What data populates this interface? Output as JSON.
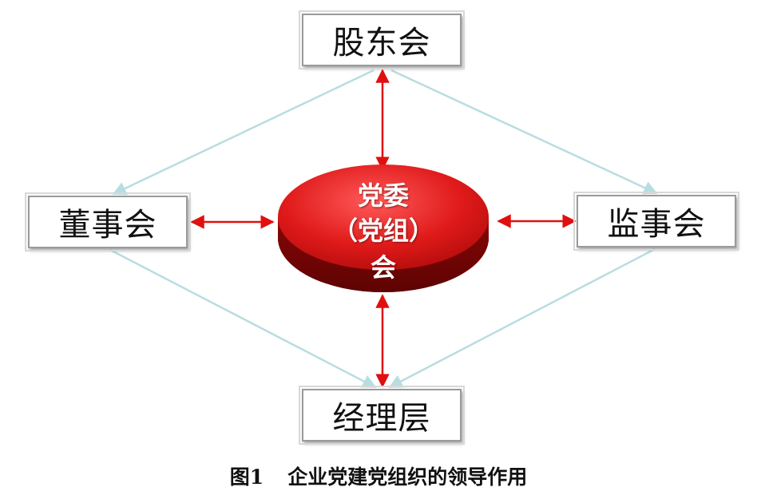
{
  "nodes": {
    "top": "股东会",
    "left": "董事会",
    "right": "监事会",
    "bottom": "经理层",
    "center": {
      "line1": "党委",
      "line2": "（党组）",
      "line3": "会"
    }
  },
  "caption": {
    "number": "图1",
    "text": "企业党建党组织的领导作用"
  },
  "colors": {
    "arrow": "#e01010",
    "link": "#b8dde0",
    "disc": "#d42020",
    "box_border": "#9a9a9a"
  }
}
